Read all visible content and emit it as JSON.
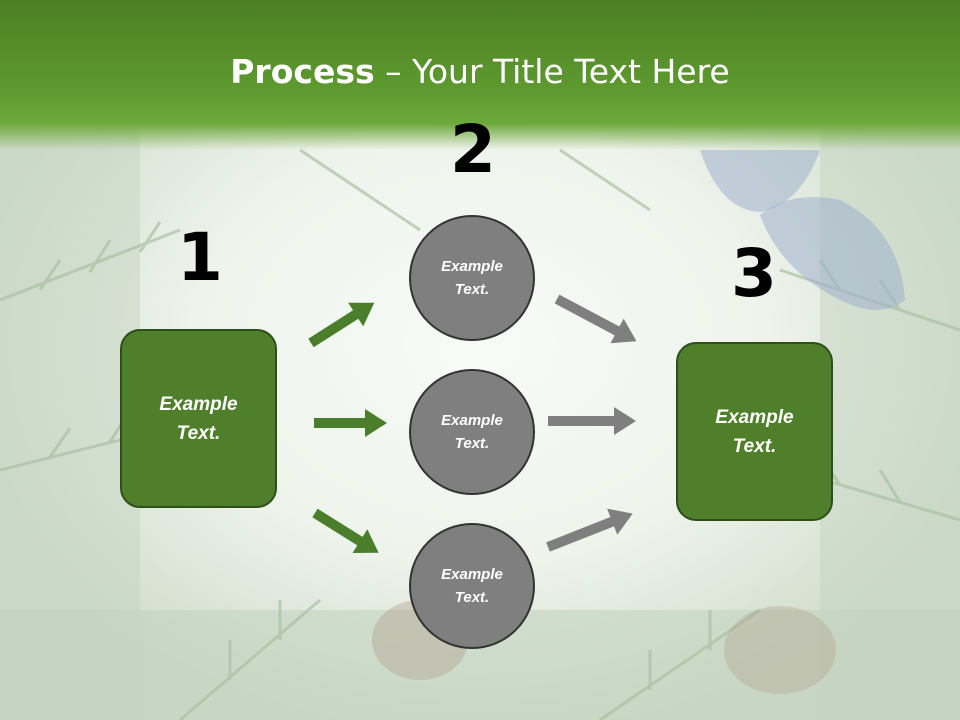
{
  "title": {
    "bold": "Process",
    "rest": " – Your Title Text Here"
  },
  "steps": [
    {
      "number": "1",
      "text": "Example Text."
    },
    {
      "number": "2",
      "circles": [
        "Example Text.",
        "Example Text.",
        "Example Text."
      ]
    },
    {
      "number": "3",
      "text": "Example Text."
    }
  ],
  "colors": {
    "green_box": "#4f7f2b",
    "green_arrow": "#4a7e2a",
    "gray_circle": "#7f7f7f",
    "gray_arrow": "#7f7f7f",
    "title_bar": "#5e9a2f"
  }
}
